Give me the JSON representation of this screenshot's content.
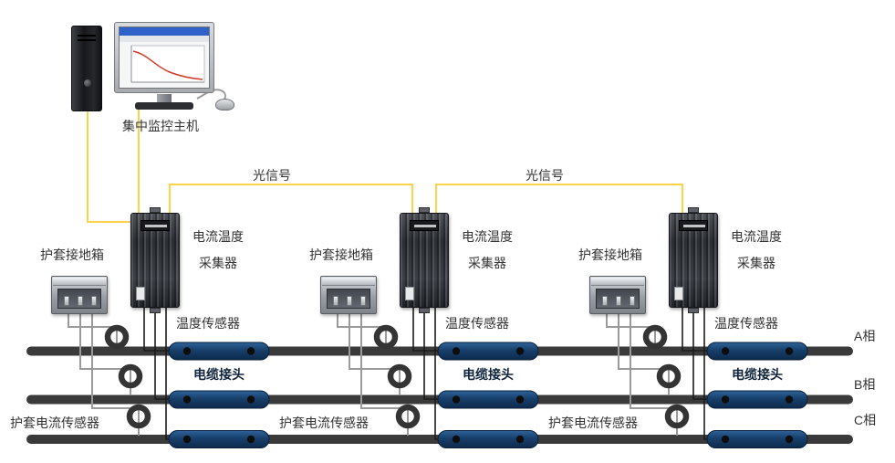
{
  "diagram": {
    "host_label": "集中监控主机",
    "optical_signal_label": "光信号",
    "collector_label_line1": "电流温度",
    "collector_label_line2": "采集器",
    "grounding_box_label": "护套接地箱",
    "temperature_sensor_label": "温度传感器",
    "cable_joint_label": "电缆接头",
    "sheath_current_sensor_label": "护套电流传感器",
    "phases": [
      {
        "label": "A相"
      },
      {
        "label": "B相"
      },
      {
        "label": "C相"
      }
    ],
    "colors": {
      "optical_fiber": "#ffd24a",
      "cable": "#3a3a3a",
      "cable_joint": "#17375e",
      "signal_wire": "#9a9a9a"
    }
  }
}
